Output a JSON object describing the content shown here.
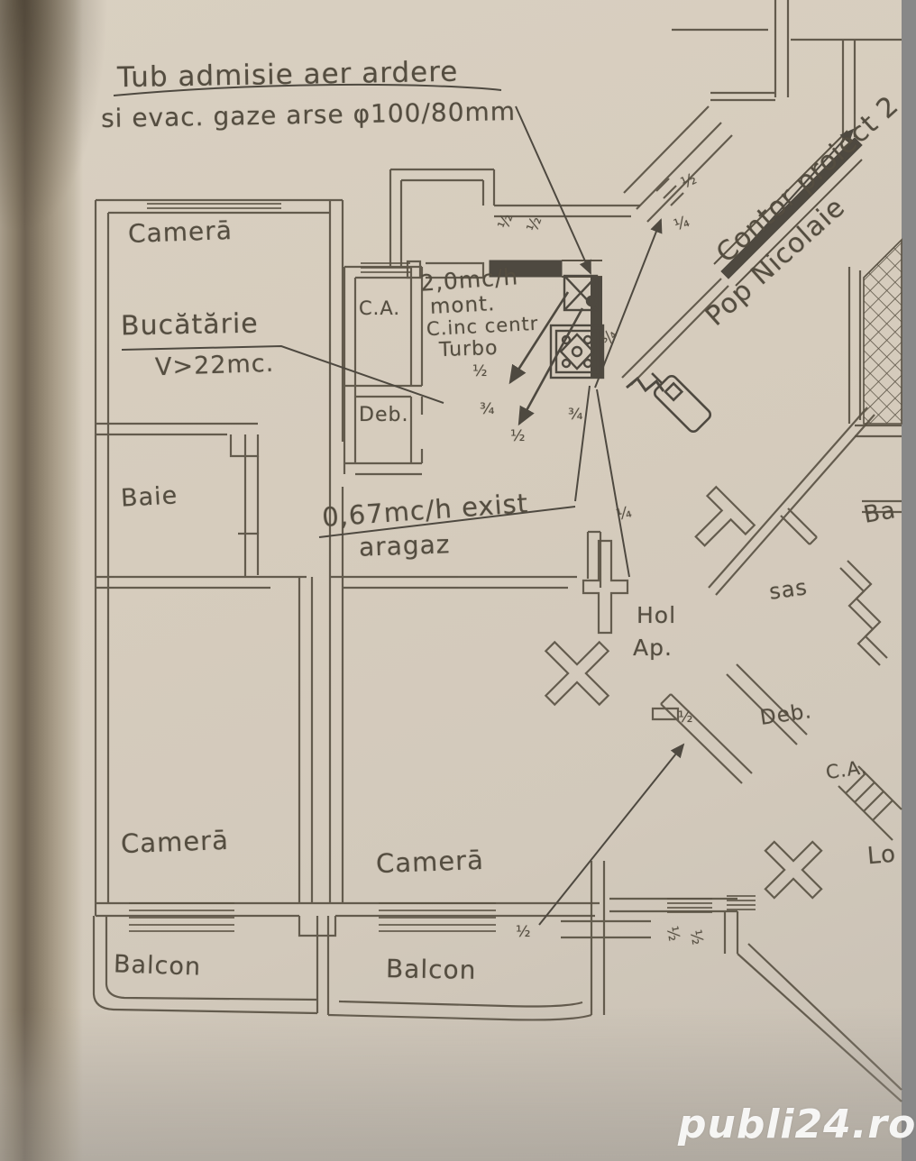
{
  "title": {
    "line1": "Tub admisie aer ardere",
    "line2": "si evac. gaze arse φ100/80mm"
  },
  "rooms": {
    "camera_top_left": "Camerā",
    "bucatarie": "Bucătărie",
    "bucatarie_volume": "V>22mc.",
    "ca_left": "C.A.",
    "deb_left": "Deb.",
    "baie": "Baie",
    "camera_bottom_left": "Camerā",
    "balcon_left": "Balcon",
    "camera_bottom_mid": "Camerā",
    "balcon_mid": "Balcon",
    "hol_line1": "Hol",
    "hol_line2": "Ap.",
    "sas": "sas",
    "baie_right": "Ba",
    "deb_right": "Deb.",
    "ca_right": "C.A.",
    "loggia": "Lo"
  },
  "annotations": {
    "new_flow_line1": "2,0mc/h",
    "new_flow_line2": "mont.",
    "new_flow_line3": "C.inc centr",
    "new_flow_line4": "Turbo",
    "exist_flow_line1": "0,67mc/h exist",
    "exist_flow_line2": "aragaz",
    "meter_line1": "Contor proiect 2",
    "meter_line2": "Pop Nicolaie"
  },
  "pipe_sizes": {
    "half": "½",
    "three_quarter": "¾",
    "quarter": "¼"
  },
  "watermark": "publi24.ro",
  "colors": {
    "paper": "#d6ccbd",
    "ink": "#5a5244",
    "dark_fill": "#4e4940",
    "watermark": "#ffffff"
  }
}
